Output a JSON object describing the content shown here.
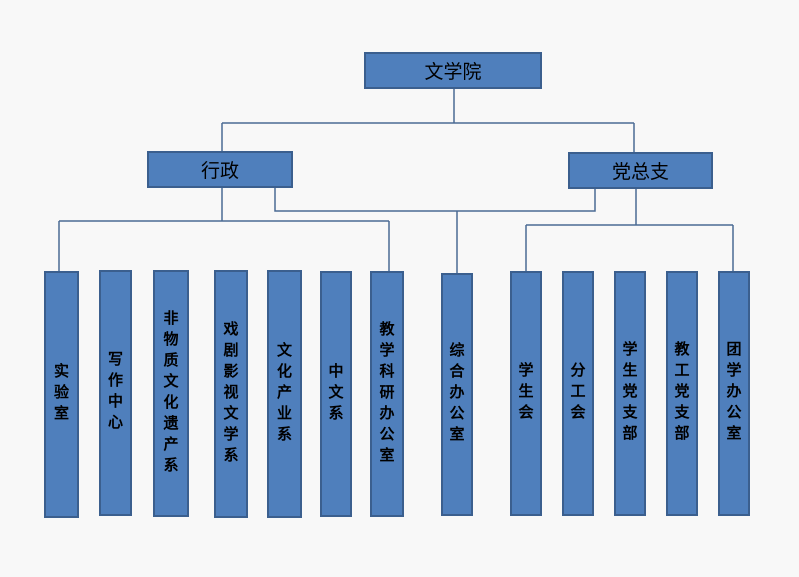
{
  "root": "文学院",
  "branches": {
    "admin": "行政",
    "party": "党总支"
  },
  "admin_units": [
    "实验室",
    "写作中心",
    "非物质文化遗产系",
    "戏剧影视文学系",
    "文化产业系",
    "中文系",
    "教学科研办公室"
  ],
  "shared_unit": "综合办公室",
  "party_units": [
    "学生会",
    "分工会",
    "学生党支部",
    "教工党支部",
    "团学办公室"
  ],
  "colors": {
    "box_fill": "#4f7fbc",
    "box_border": "#3b5f8e",
    "line": "#4a6a94",
    "background": "#f8f8f8"
  }
}
